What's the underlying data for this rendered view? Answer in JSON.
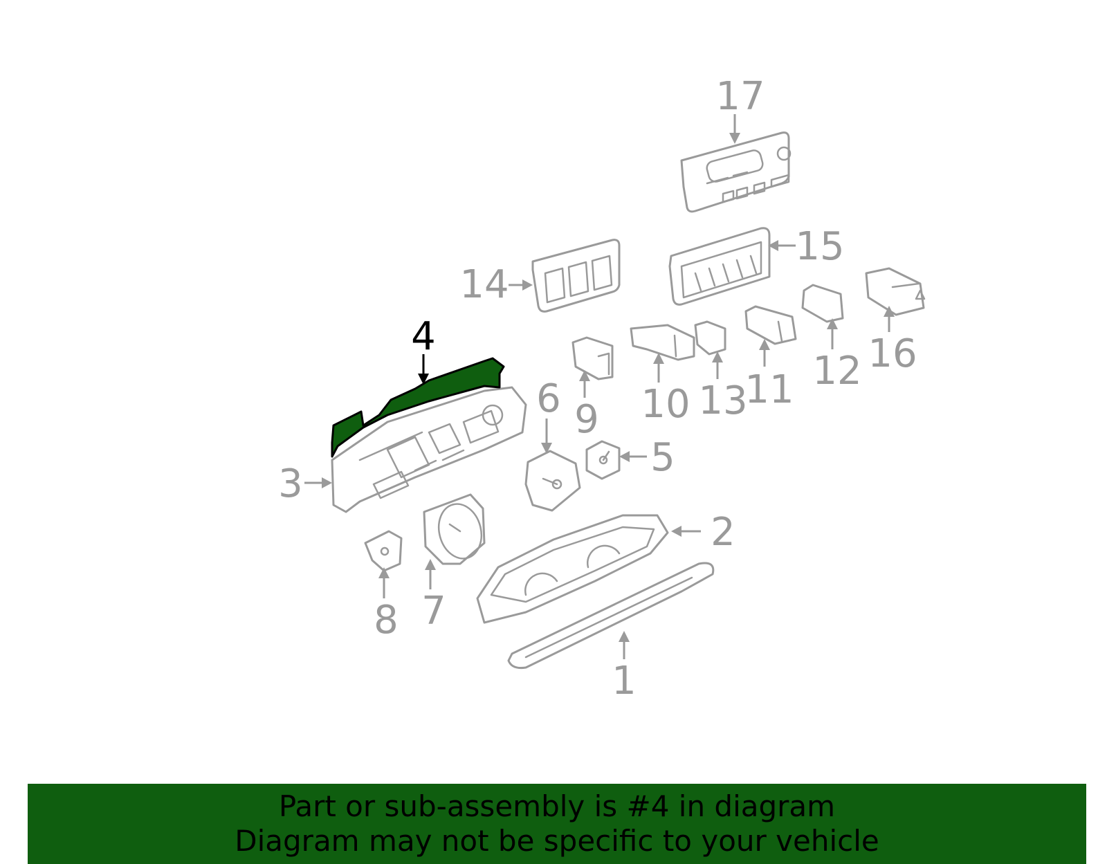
{
  "colors": {
    "highlight": "#0f5e0f",
    "banner": "#0f5e0f",
    "part_line": "#9a9a9a",
    "label_highlight": "#000000"
  },
  "diagram": {
    "highlighted_part": "4",
    "callouts": [
      {
        "id": "1",
        "label": "1"
      },
      {
        "id": "2",
        "label": "2"
      },
      {
        "id": "3",
        "label": "3"
      },
      {
        "id": "4",
        "label": "4"
      },
      {
        "id": "5",
        "label": "5"
      },
      {
        "id": "6",
        "label": "6"
      },
      {
        "id": "7",
        "label": "7"
      },
      {
        "id": "8",
        "label": "8"
      },
      {
        "id": "9",
        "label": "9"
      },
      {
        "id": "10",
        "label": "10"
      },
      {
        "id": "11",
        "label": "11"
      },
      {
        "id": "12",
        "label": "12"
      },
      {
        "id": "13",
        "label": "13"
      },
      {
        "id": "14",
        "label": "14"
      },
      {
        "id": "15",
        "label": "15"
      },
      {
        "id": "16",
        "label": "16"
      },
      {
        "id": "17",
        "label": "17"
      }
    ]
  },
  "banner": {
    "line1": "Part or sub-assembly is #4 in diagram",
    "line2": "Diagram may not be specific to your vehicle"
  }
}
